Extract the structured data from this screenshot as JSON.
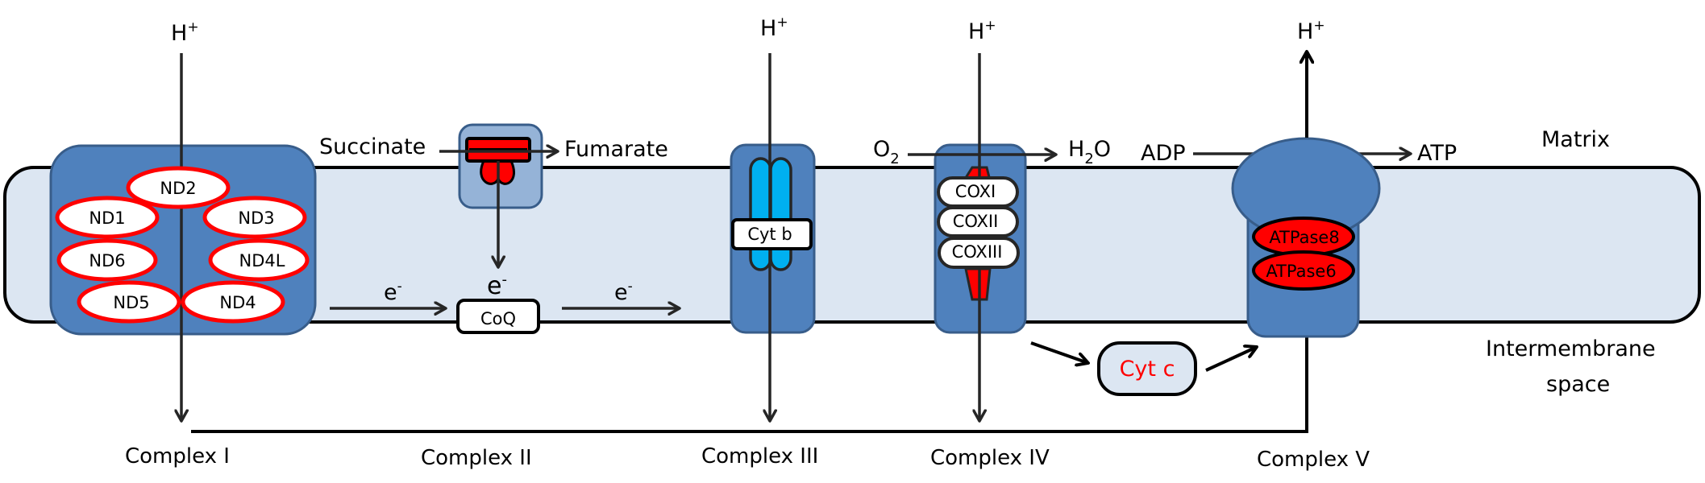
{
  "colors": {
    "membrane_fill": "#dce6f2",
    "complex_fill": "#4f81bd",
    "complex_stroke": "#385d8a",
    "complex2_fill": "#95b3d7",
    "subunit_red": "#ff0000",
    "cytb_cyan": "#00b0f0",
    "cytc_text": "#ff0000"
  },
  "regions": {
    "matrix": "Matrix",
    "intermembrane_line1": "Intermembrane",
    "intermembrane_line2": "space"
  },
  "proton": {
    "base": "H",
    "charge": "+"
  },
  "electron": {
    "base": "e",
    "charge": "-"
  },
  "complexes": [
    {
      "id": "I",
      "label": "Complex I",
      "subunits": [
        "ND2",
        "ND1",
        "ND3",
        "ND6",
        "ND4L",
        "ND5",
        "ND4"
      ]
    },
    {
      "id": "II",
      "label": "Complex II",
      "substrate": "Succinate",
      "product": "Fumarate"
    },
    {
      "id": "III",
      "label": "Complex III",
      "subunits": [
        "Cyt b"
      ]
    },
    {
      "id": "IV",
      "label": "Complex IV",
      "subunits": [
        "COXI",
        "COXII",
        "COXIII"
      ],
      "substrate_base": "O",
      "substrate_sub": "2",
      "product_a": "H",
      "product_sub": "2",
      "product_b": "O"
    },
    {
      "id": "V",
      "label": "Complex V",
      "subunits": [
        "ATPase8",
        "ATPase6"
      ],
      "substrate": "ADP",
      "product": "ATP"
    }
  ],
  "carriers": {
    "coq": "CoQ",
    "cytc": "Cyt c"
  }
}
